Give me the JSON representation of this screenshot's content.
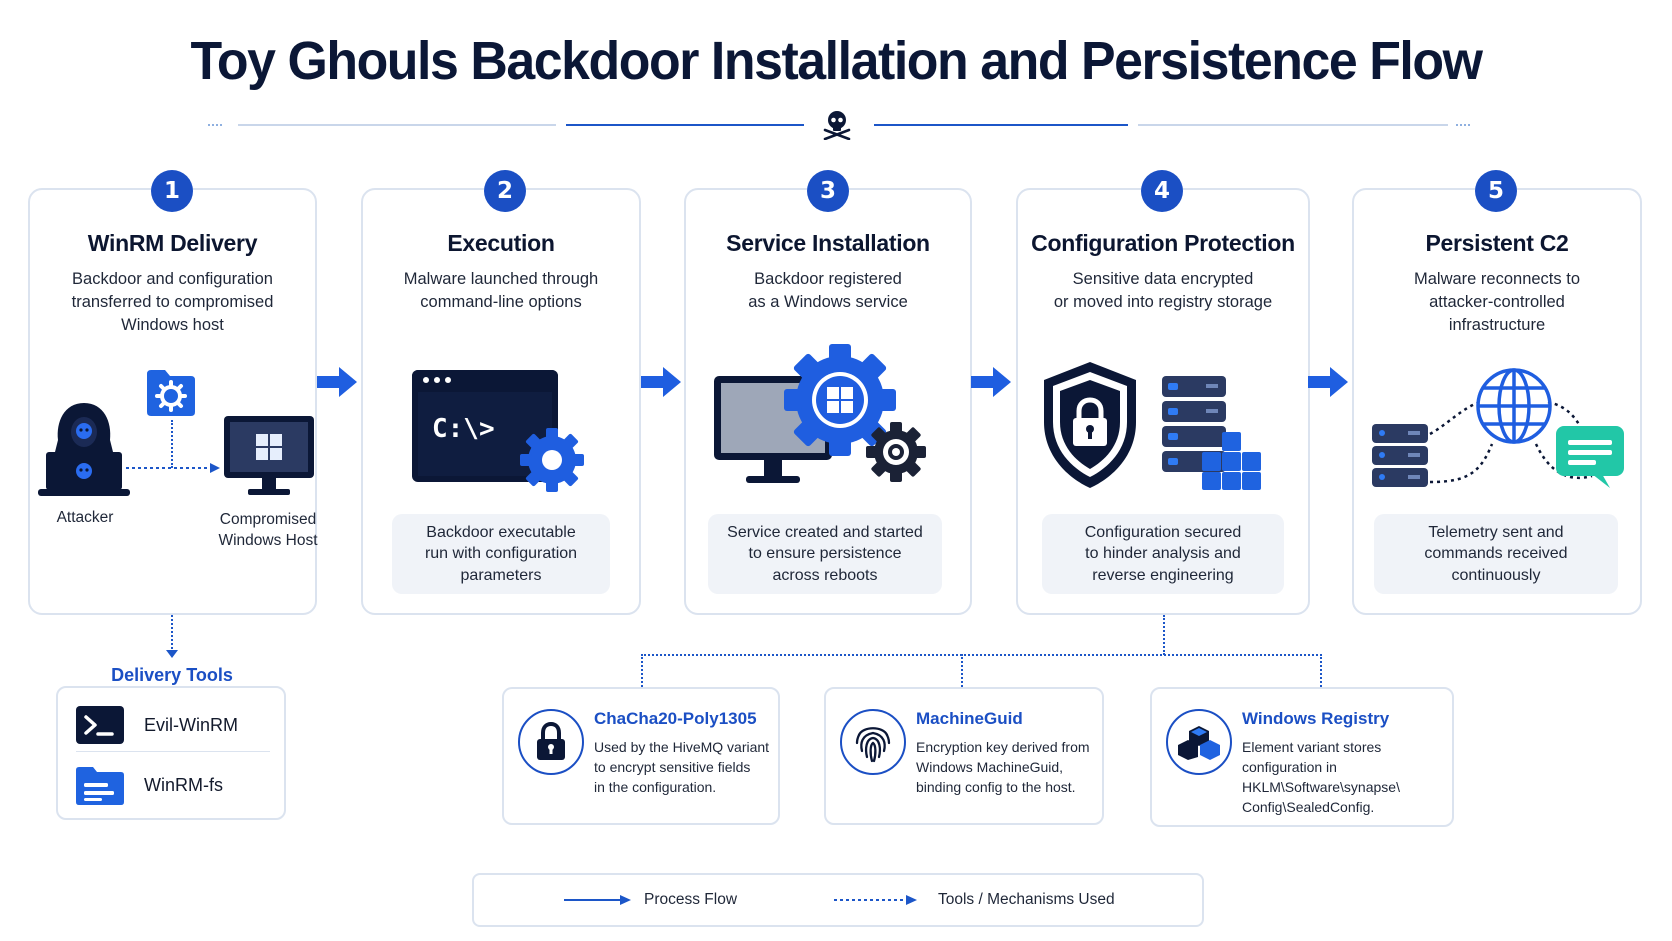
{
  "title": "Toy Ghouls Backdoor Installation and Persistence Flow",
  "colors": {
    "accent": "#1b4fc4",
    "navy": "#0b1736",
    "card_border": "#dbe3ef",
    "note_bg": "#f0f3f8"
  },
  "steps": [
    {
      "number": "1",
      "title": "WinRM Delivery",
      "description": "Backdoor and configuration\ntransferred to compromised\nWindows host",
      "attacker_label": "Attacker",
      "host_label": "Compromised\nWindows Host",
      "icons": [
        "hooded-attacker-icon",
        "config-folder-icon",
        "windows-host-monitor-icon"
      ]
    },
    {
      "number": "2",
      "title": "Execution",
      "description": "Malware launched through\ncommand-line options",
      "note": "Backdoor executable\nrun with configuration\nparameters",
      "terminal_text": "C:\\>",
      "icons": [
        "terminal-window-icon",
        "gear-icon"
      ]
    },
    {
      "number": "3",
      "title": "Service Installation",
      "description": "Backdoor registered\nas a Windows service",
      "note": "Service created and started\nto ensure persistence\nacross reboots",
      "icons": [
        "monitor-icon",
        "windows-gear-icon",
        "gear-icon"
      ]
    },
    {
      "number": "4",
      "title": "Configuration Protection",
      "description": "Sensitive data encrypted\nor moved into registry storage",
      "note": "Configuration secured\nto hinder analysis and\nreverse engineering",
      "icons": [
        "shield-lock-icon",
        "server-stack-icon",
        "registry-cubes-icon"
      ]
    },
    {
      "number": "5",
      "title": "Persistent C2",
      "description": "Malware reconnects to\nattacker-controlled\ninfrastructure",
      "note": "Telemetry sent and\ncommands received\ncontinuously",
      "icons": [
        "server-icon",
        "globe-icon",
        "chat-bubble-icon"
      ]
    }
  ],
  "delivery_tools": {
    "title": "Delivery Tools",
    "items": [
      {
        "label": "Evil-WinRM",
        "icon": "terminal-prompt-icon"
      },
      {
        "label": "WinRM-fs",
        "icon": "folder-icon"
      }
    ]
  },
  "mechanisms": [
    {
      "title": "ChaCha20-Poly1305",
      "description": "Used by the HiveMQ variant\nto encrypt sensitive fields\nin the configuration.",
      "icon": "padlock-icon"
    },
    {
      "title": "MachineGuid",
      "description": "Encryption key derived from\nWindows MachineGuid,\nbinding config to the host.",
      "icon": "fingerprint-icon"
    },
    {
      "title": "Windows Registry",
      "description": "Element variant stores\nconfiguration in\nHKLM\\Software\\synapse\\\nConfig\\SealedConfig.",
      "icon": "registry-cubes-icon"
    }
  ],
  "legend": {
    "process_flow": "Process Flow",
    "tools_mechanisms": "Tools / Mechanisms Used"
  }
}
